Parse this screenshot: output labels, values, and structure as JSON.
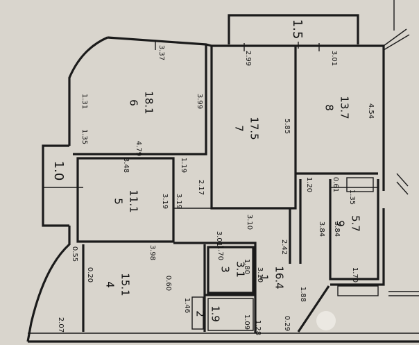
{
  "rooms": [
    {
      "id": "1",
      "area": "16.4"
    },
    {
      "id": "2",
      "area": "1.9"
    },
    {
      "id": "3",
      "area": "3.1"
    },
    {
      "id": "4",
      "area": "15.1"
    },
    {
      "id": "5",
      "area": "11.1"
    },
    {
      "id": "6",
      "area": "18.1"
    },
    {
      "id": "7",
      "area": "17.5"
    },
    {
      "id": "8",
      "area": "13.7"
    },
    {
      "id": "9",
      "area": "5.7"
    }
  ],
  "balconies": [
    {
      "label": "1.5"
    },
    {
      "label": "1.0"
    }
  ],
  "dimensions": [
    "3.37",
    "1.31",
    "3.99",
    "1.35",
    "4.79",
    "2.99",
    "5.85",
    "3.01",
    "4.54",
    "3.48",
    "1.19",
    "3.19",
    "3.19",
    "2.17",
    "3.10",
    "1.20",
    "0.61",
    "1.35",
    "3.84",
    "3.84",
    "3.01",
    "2.42",
    "3.98",
    "1.70",
    "1.80",
    "3.10",
    "0.55",
    "0.20",
    "0.60",
    "1.70",
    "1.88",
    "1.46",
    "1.09",
    "2.07",
    "1.28",
    "0.29"
  ],
  "colors": {
    "paper": "#d9d5cd",
    "wall": "#1b1b1b"
  }
}
